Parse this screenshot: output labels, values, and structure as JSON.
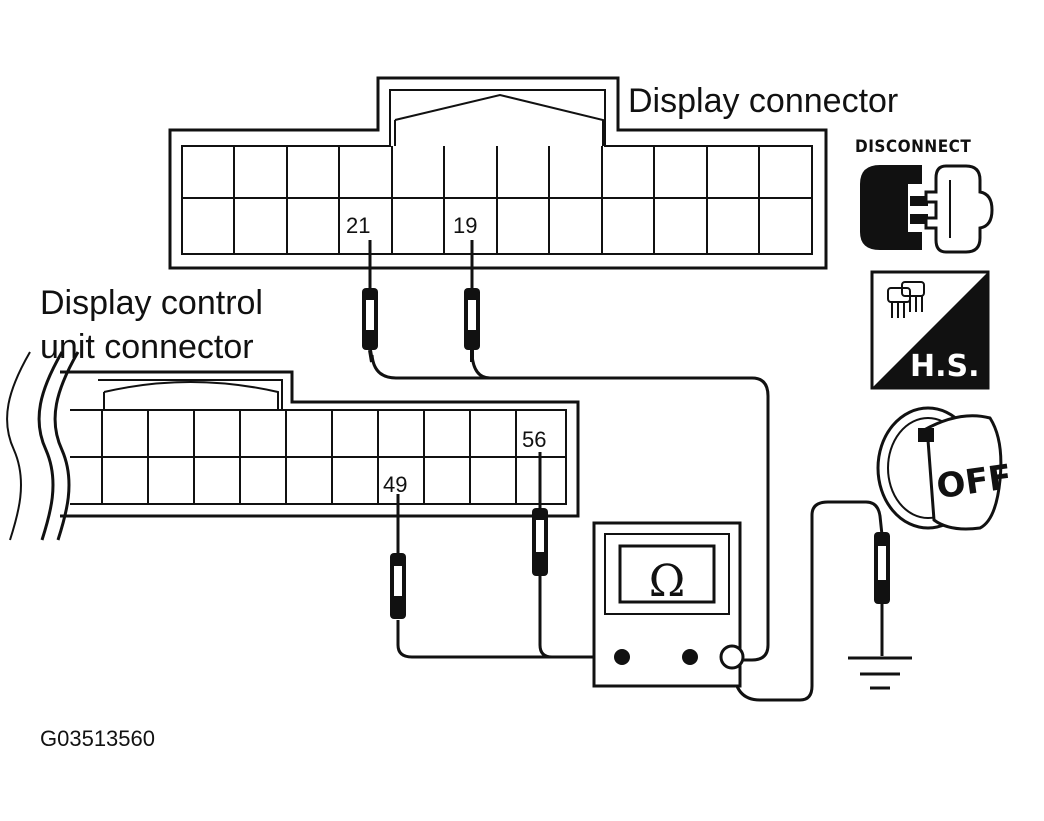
{
  "labels": {
    "display_connector": "Display connector",
    "dcu_connector_line1": "Display control",
    "dcu_connector_line2": "unit connector",
    "figure_code": "G03513560"
  },
  "pins": {
    "display_pin_a": "21",
    "display_pin_b": "19",
    "dcu_pin_a": "49",
    "dcu_pin_b": "56"
  },
  "meter": {
    "symbol": "Ω"
  },
  "icons": {
    "disconnect_label": "DISCONNECT",
    "hs_label": "H.S.",
    "key_label": "OFF",
    "names": [
      "disconnect-icon",
      "harness-sensor-icon",
      "ignition-off-key-icon",
      "ground-icon"
    ]
  },
  "colors": {
    "ink": "#111111",
    "background": "#ffffff"
  }
}
